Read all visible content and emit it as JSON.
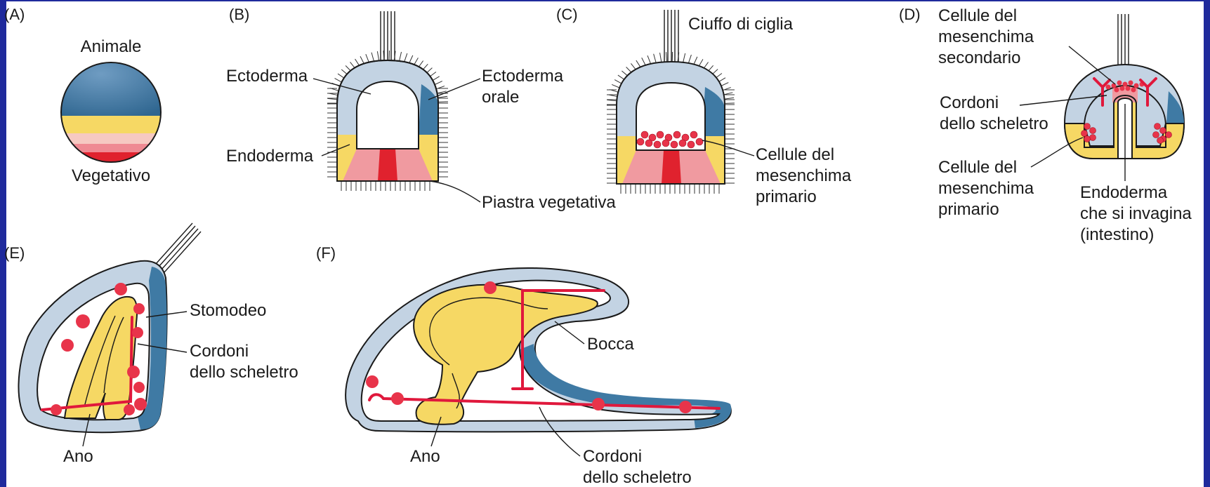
{
  "panels": {
    "A": {
      "tag": "(A)",
      "pole_top": "Animale",
      "pole_bottom": "Vegetativo"
    },
    "B": {
      "tag": "(B)",
      "ectoderm": "Ectoderma",
      "oral_ectoderm": [
        "Ectoderma",
        "orale"
      ],
      "endoderm": "Endoderma",
      "vegetal_plate": "Piastra vegetativa"
    },
    "C": {
      "tag": "(C)",
      "cilia_tuft": "Ciuffo di ciglia",
      "primary_mesenchyme": [
        "Cellule del",
        "mesenchima",
        "primario"
      ]
    },
    "D": {
      "tag": "(D)",
      "secondary_mesenchyme": [
        "Cellule del",
        "mesenchima",
        "secondario"
      ],
      "skeletal_rods": [
        "Cordoni",
        "dello scheletro"
      ],
      "primary_mesenchyme": [
        "Cellule del",
        "mesenchima",
        "primario"
      ],
      "invaginating_endoderm": [
        "Endoderma",
        "che si invagina",
        "(intestino)"
      ]
    },
    "E": {
      "tag": "(E)",
      "stomodeum": "Stomodeo",
      "skeletal_rods": [
        "Cordoni",
        "dello scheletro"
      ],
      "anus": "Ano"
    },
    "F": {
      "tag": "(F)",
      "mouth": "Bocca",
      "anus": "Ano",
      "skeletal_rods": [
        "Cordoni",
        "dello scheletro"
      ]
    }
  },
  "colors": {
    "background": "#1f2a9c",
    "ectoderm_light": "#c3d3e3",
    "oral_ectoderm": "#3f7aa4",
    "endoderm": "#f6d864",
    "vegetal_plate": "#f09aa0",
    "vegetal_center": "#e0222e",
    "mesenchyme": "#e8344a",
    "skeleton": "#e0183c"
  }
}
